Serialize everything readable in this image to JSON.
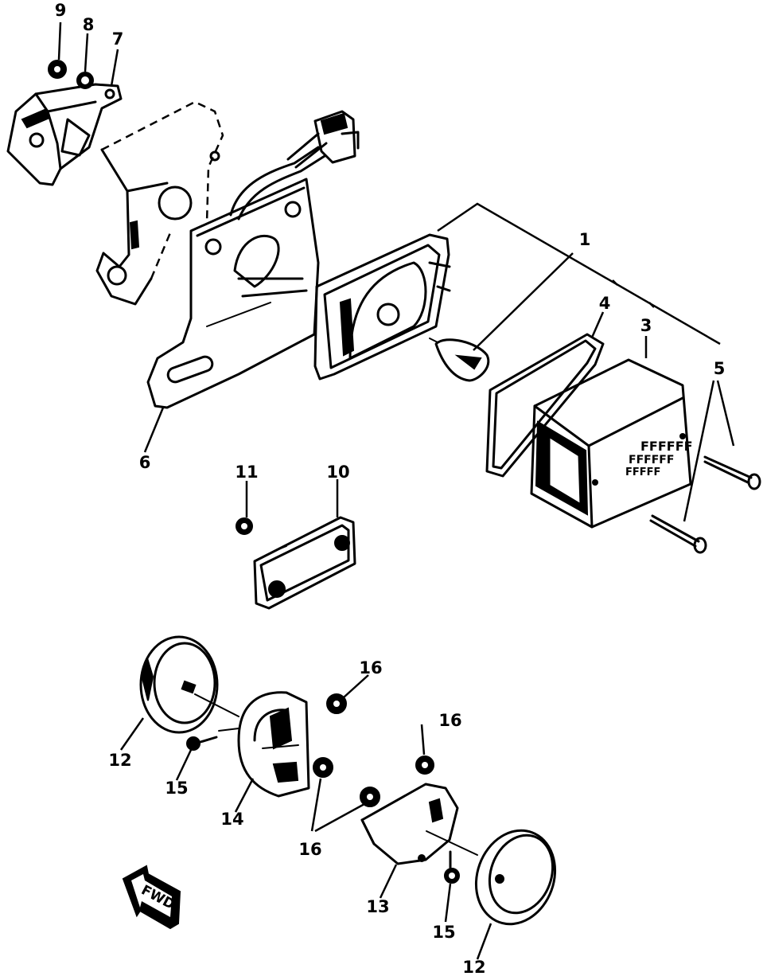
{
  "diagram": {
    "callouts": {
      "c1": "1",
      "c3": "3",
      "c4": "4",
      "c5": "5",
      "c6": "6",
      "c7": "7",
      "c8": "8",
      "c9": "9",
      "c10": "10",
      "c11": "11",
      "c12a": "12",
      "c12b": "12",
      "c13": "13",
      "c14": "14",
      "c15a": "15",
      "c15b": "15",
      "c16a": "16",
      "c16b": "16",
      "c16c": "16"
    },
    "direction_indicator": "FWD"
  }
}
